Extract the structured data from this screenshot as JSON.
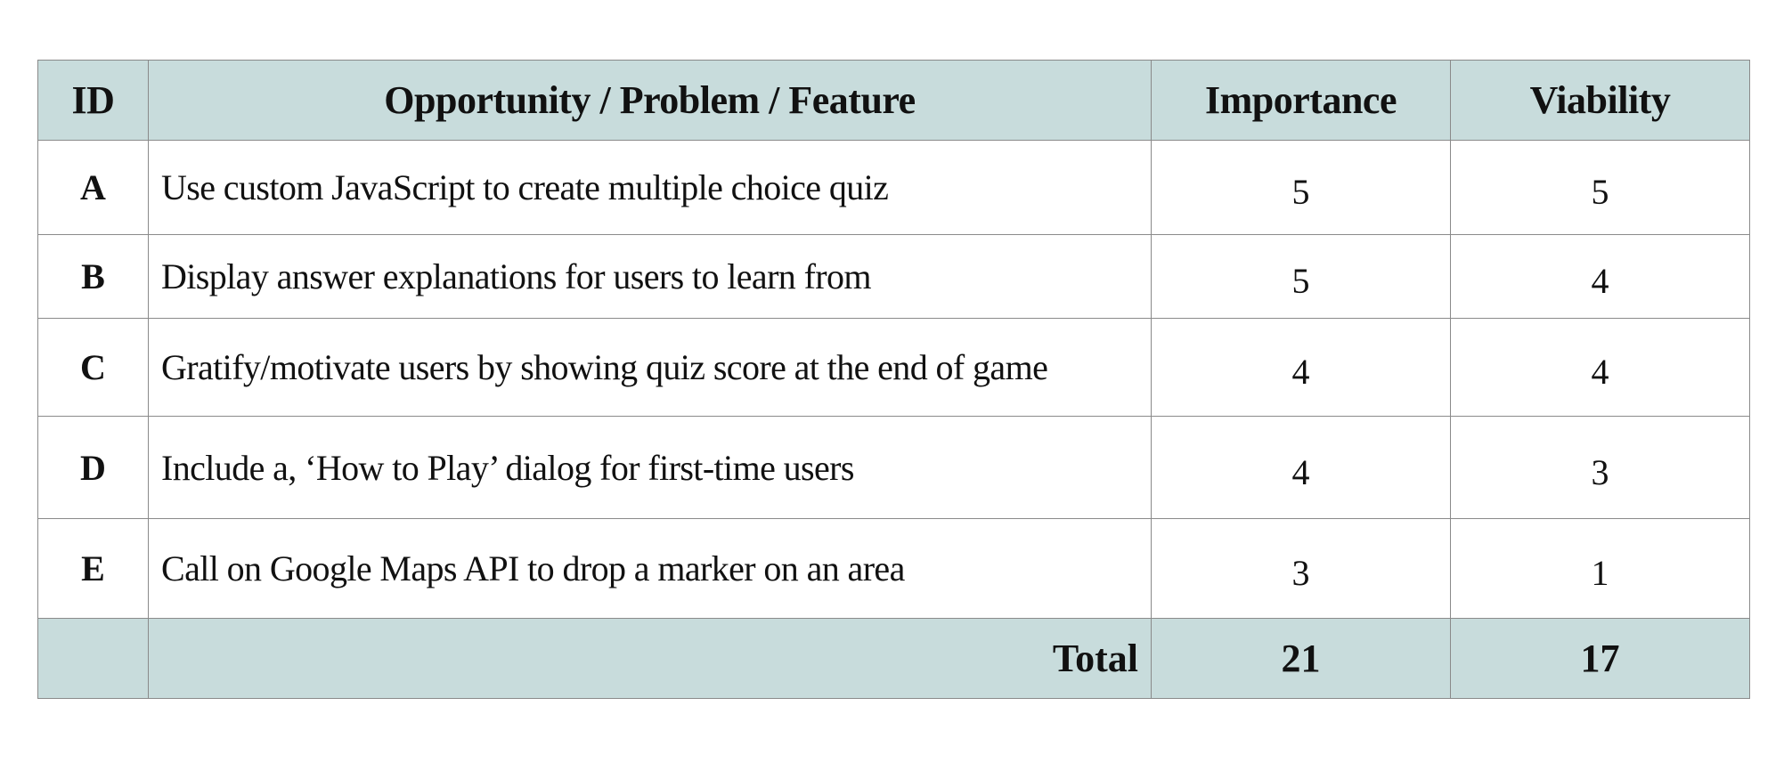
{
  "table": {
    "headers": {
      "id": "ID",
      "feature": "Opportunity / Problem / Feature",
      "importance": "Importance",
      "viability": "Viability"
    },
    "rows": [
      {
        "id": "A",
        "feature": "Use custom JavaScript to create multiple choice quiz",
        "importance": "5",
        "viability": "5"
      },
      {
        "id": "B",
        "feature": "Display answer explanations for users to learn from",
        "importance": "5",
        "viability": "4"
      },
      {
        "id": "C",
        "feature": "Gratify/motivate users by showing quiz score at the end of game",
        "importance": "4",
        "viability": "4"
      },
      {
        "id": "D",
        "feature": "Include a, ‘How to Play’ dialog for first-time users",
        "importance": "4",
        "viability": "3"
      },
      {
        "id": "E",
        "feature": "Call on Google Maps API to drop a marker on an area",
        "importance": "3",
        "viability": "1"
      }
    ],
    "total": {
      "label": "Total",
      "importance": "21",
      "viability": "17"
    }
  },
  "colors": {
    "header_bg": "#c8dcdc",
    "border": "#8a8a8a",
    "text": "#111111"
  }
}
